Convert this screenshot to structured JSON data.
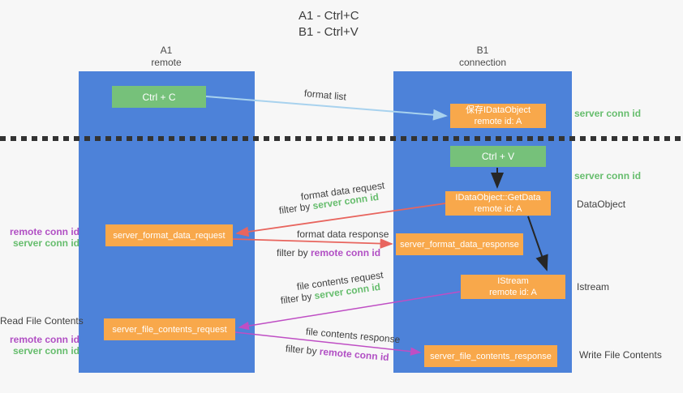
{
  "title": {
    "line1": "A1 - Ctrl+C",
    "line2": "B1 - Ctrl+V"
  },
  "columns": {
    "left": {
      "id": "A1",
      "name": "remote"
    },
    "right": {
      "id": "B1",
      "name": "connection"
    }
  },
  "nodes": {
    "ctrl_c": "Ctrl + C",
    "ctrl_v": "Ctrl + V",
    "save_idataobject_line1": "保存IDataObject",
    "save_idataobject_line2": "remote id: A",
    "getdata_line1": "IDataObject::GetData",
    "getdata_line2": "remote id: A",
    "istream_line1": "IStream",
    "istream_line2": "remote id: A",
    "server_format_data_request": "server_format_data_request",
    "server_format_data_response": "server_format_data_response",
    "server_file_contents_request": "server_file_contents_request",
    "server_file_contents_response": "server_file_contents_response"
  },
  "side_labels": {
    "server_conn_id_top": "server conn id",
    "server_conn_id_mid": "server conn id",
    "dataobject": "DataObject",
    "istream": "Istream",
    "write_file_contents": "Write File Contents",
    "read_file_contents": "Read File Contents",
    "remote_conn_id_format": "remote conn id",
    "server_conn_id_format": "server conn id",
    "remote_conn_id_file": "remote conn id",
    "server_conn_id_file": "server conn id"
  },
  "arrow_labels": {
    "format_list": "format list",
    "format_data_request": "format data request",
    "format_data_response": "format data response",
    "file_contents_request": "file contents request",
    "file_contents_response": "file contents response",
    "filter_by": "filter by ",
    "server_conn_id": "server conn id",
    "remote_conn_id": "remote conn id"
  },
  "colors": {
    "column_blue": "#4d82d9",
    "node_green": "#76c17a",
    "node_orange": "#f8a84b",
    "label_green": "#66bd6d",
    "label_purple": "#b14fc4",
    "arrow_red": "#e8655e",
    "arrow_magenta": "#bf4ec4",
    "arrow_light_blue": "#a8d2ee",
    "arrow_black": "#262626"
  }
}
